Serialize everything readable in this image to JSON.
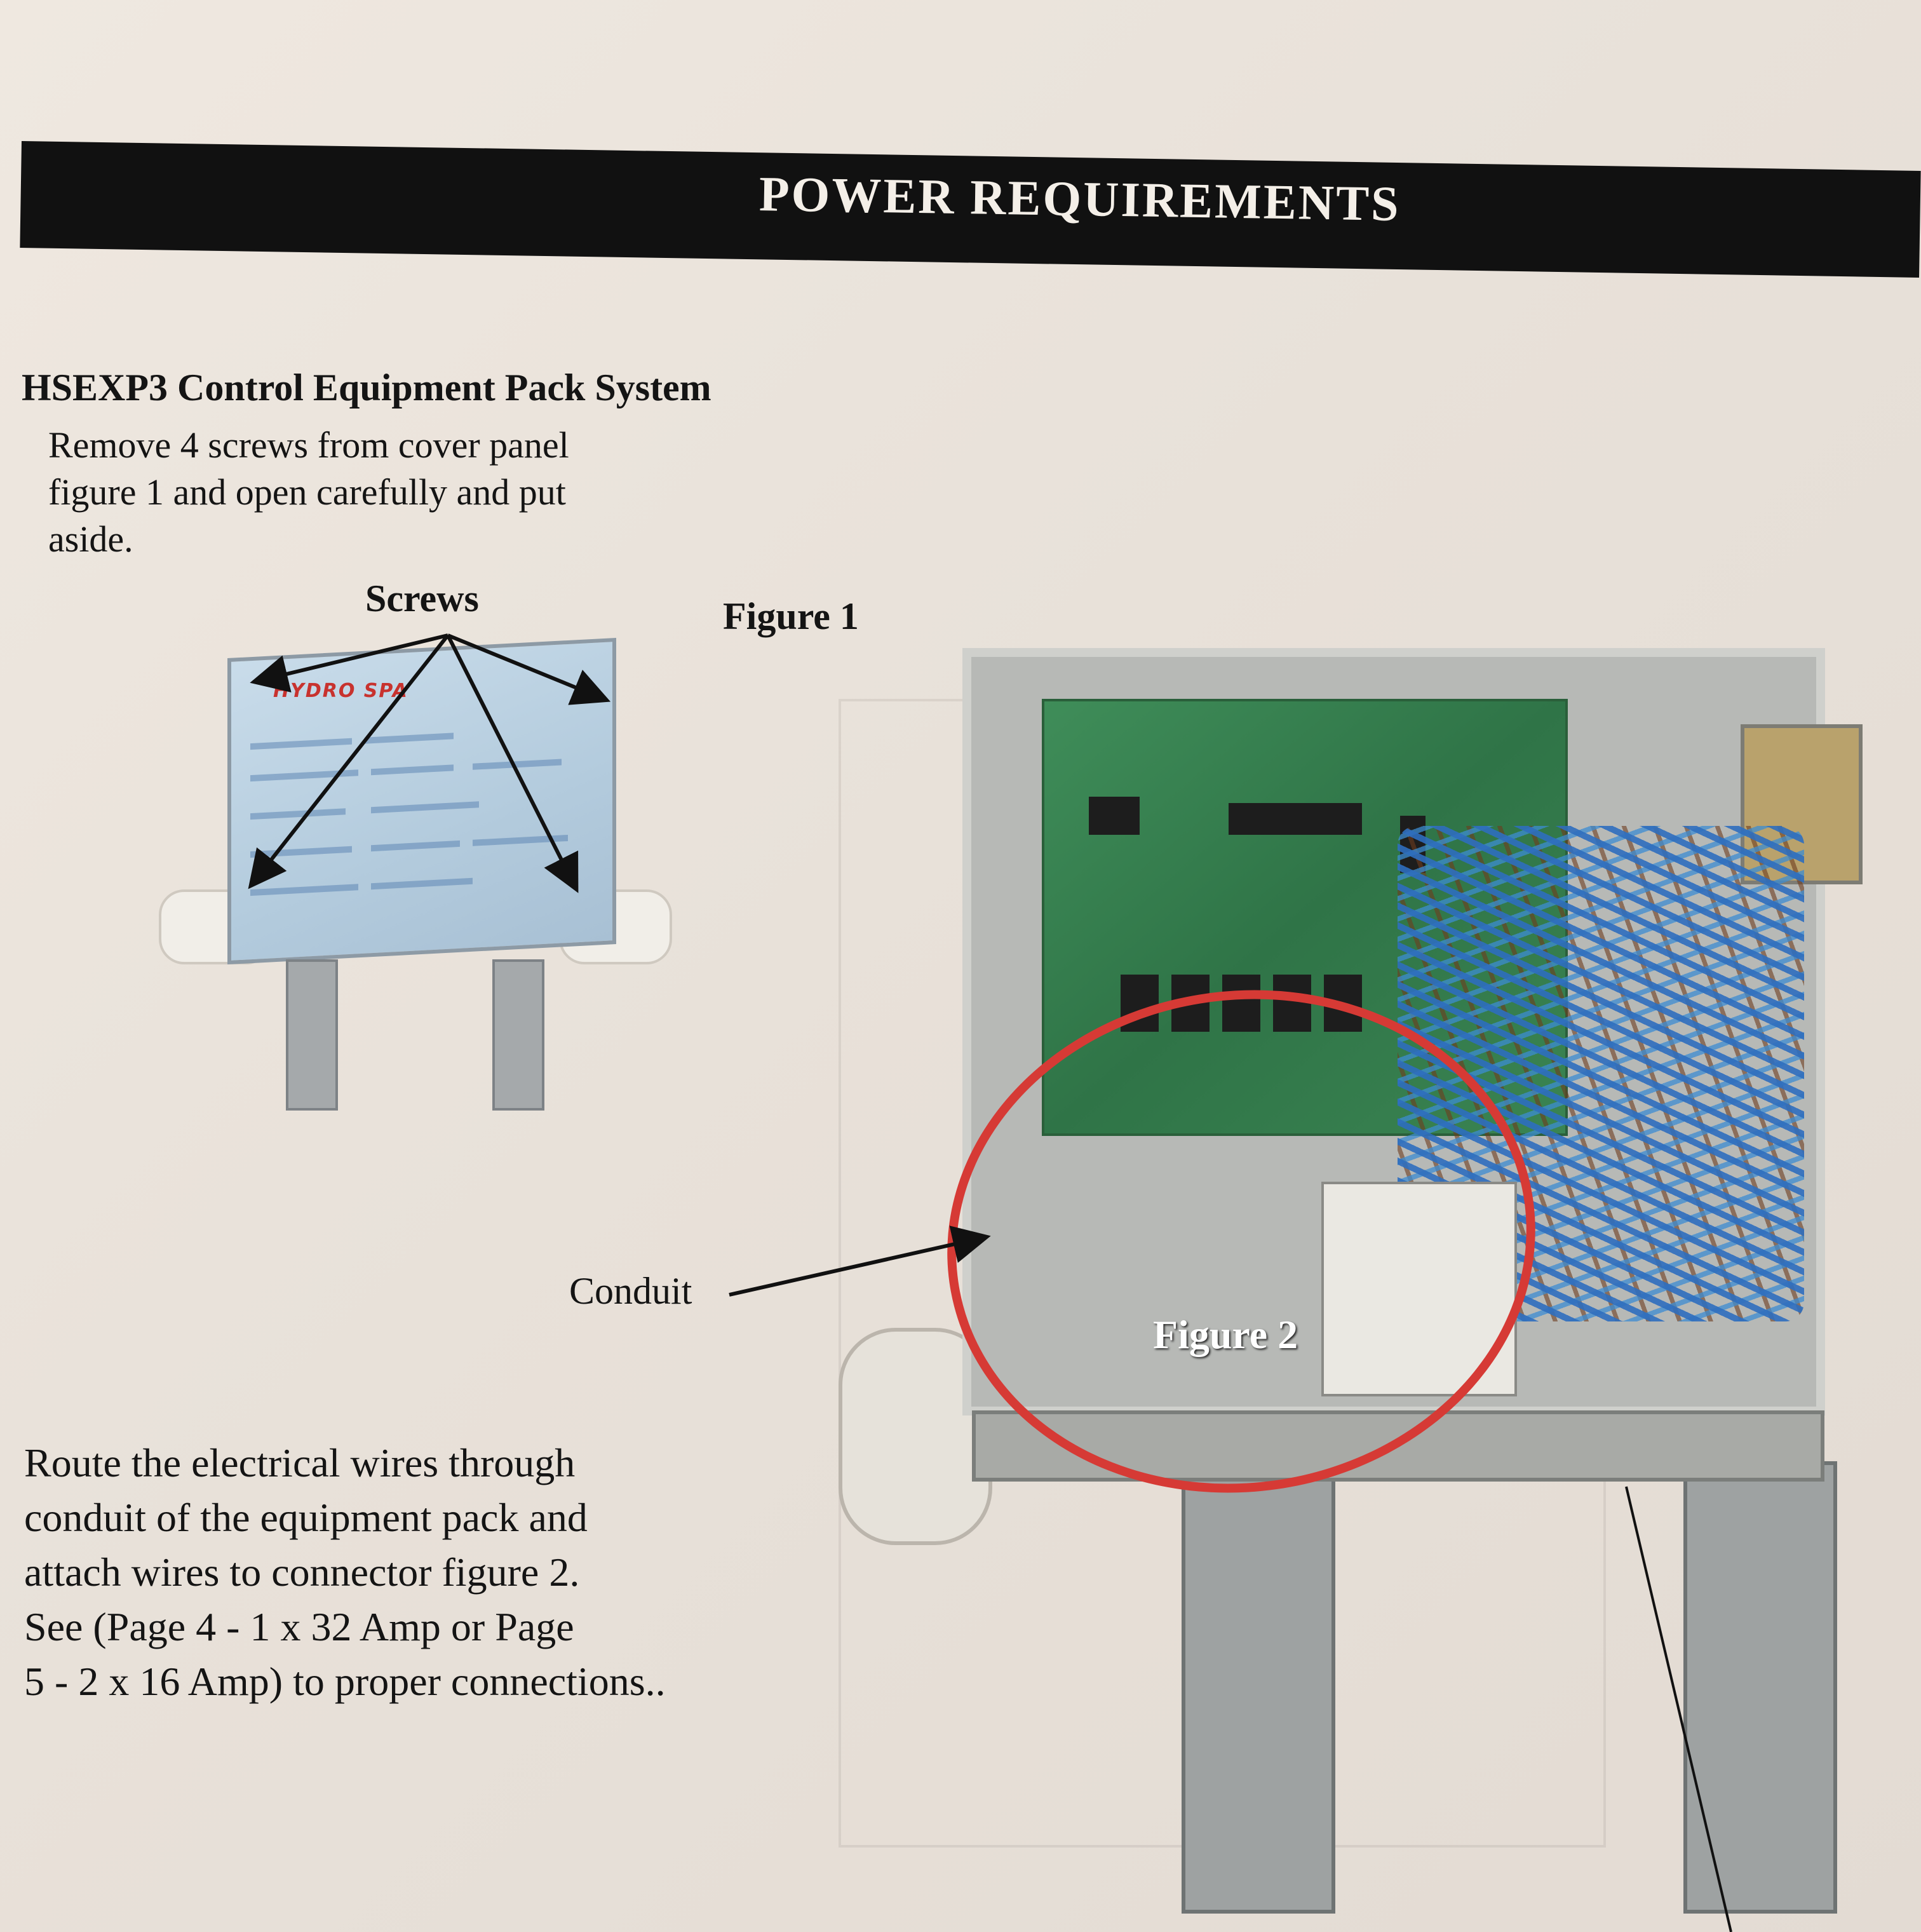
{
  "header": {
    "title": "POWER REQUIREMENTS"
  },
  "section": {
    "title": "HSEXP3 Control Equipment Pack System"
  },
  "intro_text": "Remove 4 screws from cover panel\nfigure 1 and open carefully and put\naside.",
  "labels": {
    "screws": "Screws",
    "figure1": "Figure 1",
    "conduit": "Conduit",
    "figure2": "Figure 2"
  },
  "device": {
    "brand": "HYDRO SPA"
  },
  "route_text": "Route the electrical wires through\nconduit of the equipment pack and\nattach wires to connector figure 2.\nSee (Page 4 - 1 x 32 Amp or Page\n5 - 2 x 16 Amp) to proper connections..",
  "colors": {
    "header_band": "#111111",
    "callout_circle": "#d63a35",
    "panel": "#b3cbdd"
  }
}
